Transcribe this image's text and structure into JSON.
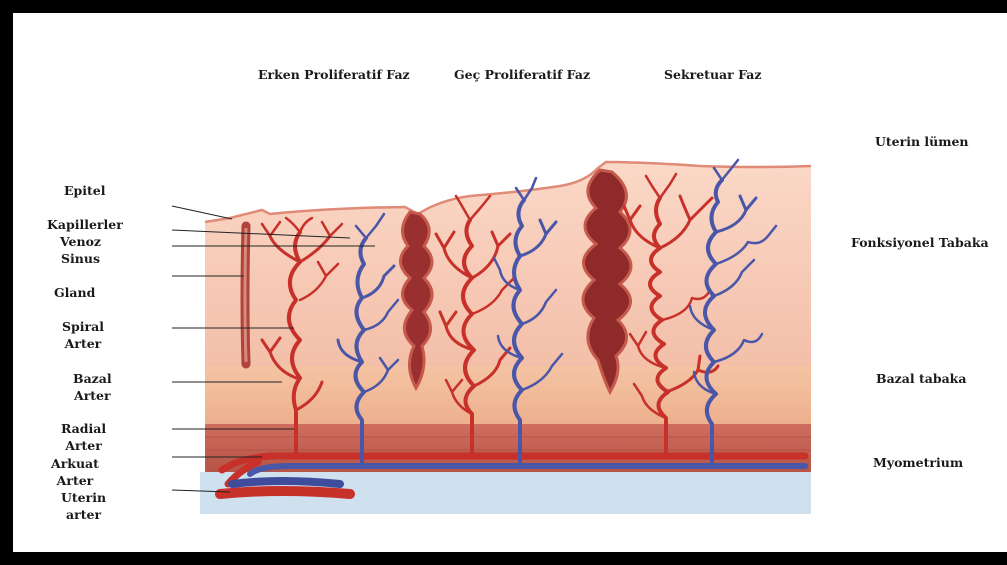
{
  "phases": {
    "early": "Erken Proliferatif Faz",
    "late": "Geç Proliferatif Faz",
    "secretory": "Sekretuar Faz"
  },
  "right_labels": {
    "lumen": "Uterin lümen",
    "functional": "Fonksiyonel Tabaka",
    "basal": "Bazal tabaka",
    "myometrium": "Myometrium"
  },
  "left_labels": {
    "epitel": "Epitel",
    "kapiller": "Kapillerler",
    "venoz1": "Venoz",
    "venoz2": "Sinus",
    "gland": "Gland",
    "spiral1": "Spiral",
    "spiral2": "Arter",
    "bazal1": "Bazal",
    "bazal2": "Arter",
    "radial1": "Radial",
    "radial2": "Arter",
    "arkuat1": "Arkuat",
    "arkuat2": "Arter",
    "uterin1": "Uterin",
    "uterin2": "arter"
  },
  "colors": {
    "artery": "#c8302a",
    "vein": "#4a56a8",
    "functional_layer": "#f6c8b4",
    "basal_layer": "#f1bc98",
    "myometrium": "#c9645a",
    "uterine_base": "#cfe0ef",
    "gland": "#9a2f2f"
  }
}
